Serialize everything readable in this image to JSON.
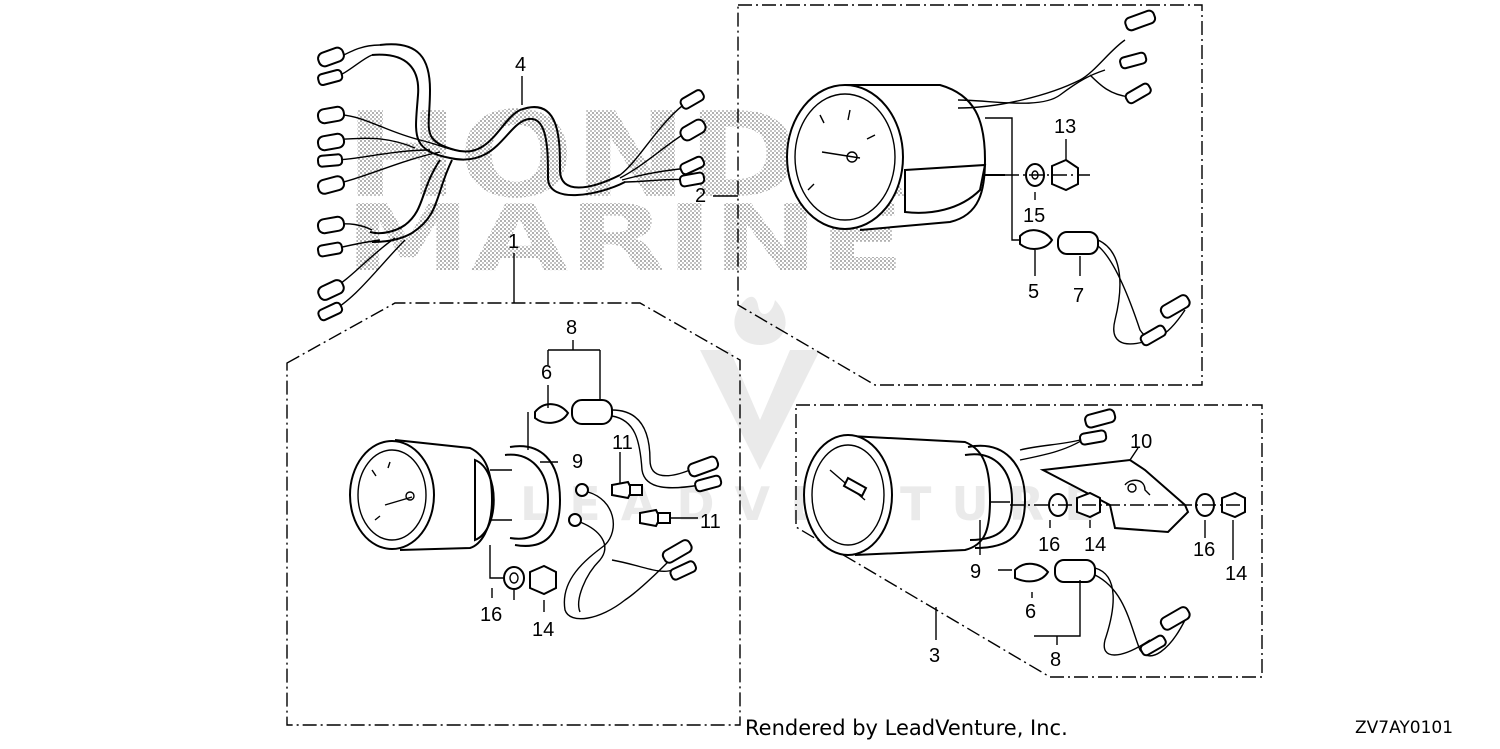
{
  "diagram": {
    "watermark_text": [
      "HONDA",
      "MARINE"
    ],
    "background_watermark": "LEADVENTURE",
    "callouts": {
      "c1": "1",
      "c2": "2",
      "c3": "3",
      "c4": "4",
      "c5": "5",
      "c6a": "6",
      "c6b": "6",
      "c7": "7",
      "c8a": "8",
      "c8b": "8",
      "c9a": "9",
      "c9b": "9",
      "c10": "10",
      "c11a": "11",
      "c11b": "11",
      "c13": "13",
      "c14a": "14",
      "c14b": "14",
      "c14c": "14",
      "c15": "15",
      "c16a": "16",
      "c16b": "16",
      "c16c": "16"
    }
  },
  "footer": {
    "credit": "Rendered by LeadVenture, Inc.",
    "diagram_code": "ZV7AY0101"
  }
}
